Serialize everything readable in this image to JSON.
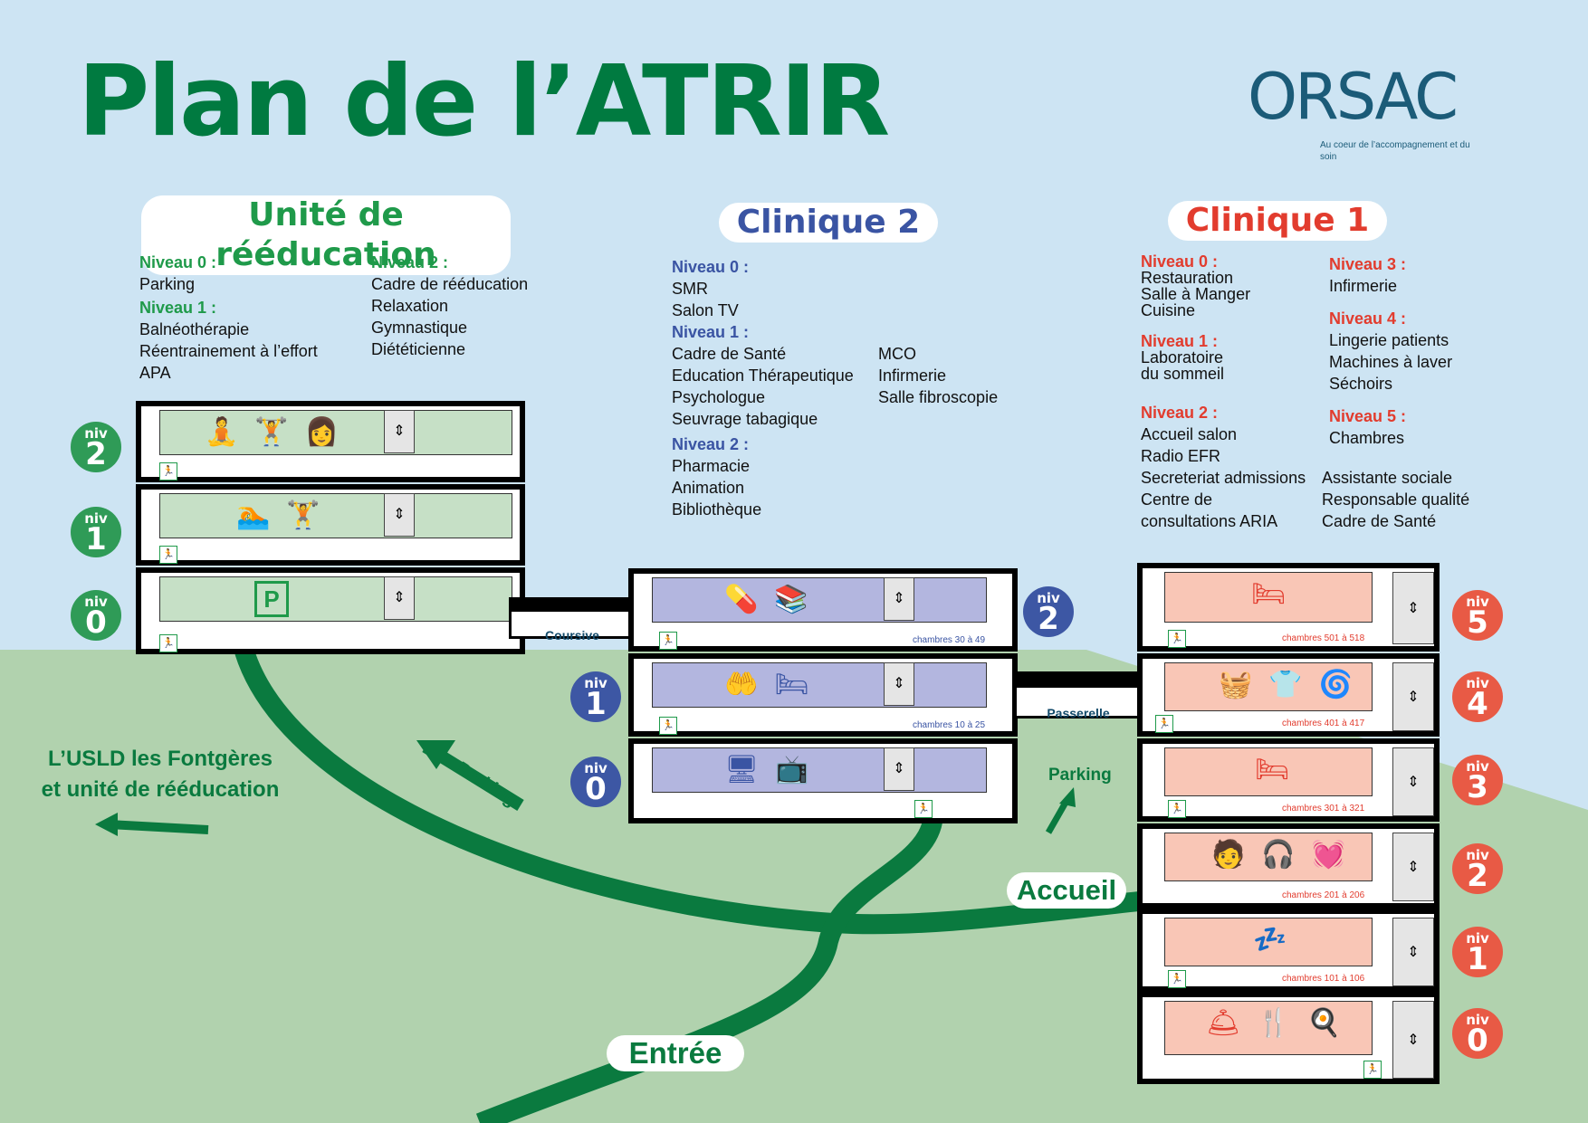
{
  "title": "Plan de l’ATRIR",
  "logo": {
    "name": "ORSAC",
    "tagline": "Au coeur de l’accompagnement et du soin"
  },
  "colors": {
    "sky": "#cde4f3",
    "ground": "#b1d2ae",
    "path": "#0a7a3f",
    "green": "#1f9a4a",
    "blue": "#3a54a3",
    "red": "#e23c2e"
  },
  "buildings": {
    "reeducation": {
      "name": "Unité de  rééducation",
      "levels": [
        {
          "head": "Niveau 0 :",
          "items": [
            "Parking"
          ]
        },
        {
          "head": "Niveau 1 :",
          "items": [
            "Balnéothérapie",
            "Réentrainement à l’effort",
            "APA"
          ]
        },
        {
          "head": "Niveau 2 :",
          "items": [
            "Cadre de rééducation",
            "Relaxation",
            "Gymnastique",
            "Diététicienne"
          ]
        }
      ],
      "floors": [
        {
          "badge_top": "niv",
          "badge_num": "2",
          "icons": [
            "meditation-icon",
            "weightlifting-icon",
            "dietitian-icon"
          ],
          "glyphs": [
            "🧘",
            "🏋",
            "👩"
          ]
        },
        {
          "badge_top": "niv",
          "badge_num": "1",
          "icons": [
            "pool-icon",
            "dumbbell-icon"
          ],
          "glyphs": [
            "🏊",
            "🏋"
          ]
        },
        {
          "badge_top": "niv",
          "badge_num": "0",
          "icons": [
            "parking-icon"
          ],
          "glyphs": [
            "P"
          ]
        }
      ]
    },
    "clinique2": {
      "name": "Clinique 2",
      "levels": [
        {
          "head": "Niveau 0 :",
          "items": [
            "SMR",
            "Salon TV"
          ]
        },
        {
          "head": "Niveau 1 :",
          "items": [
            "Cadre de Santé",
            "Education Thérapeutique",
            "Psychologue",
            "Seuvrage tabagique"
          ],
          "items_b": [
            "MCO",
            "Infirmerie",
            "Salle fibroscopie"
          ]
        },
        {
          "head": "Niveau 2 :",
          "items": [
            "Pharmacie",
            "Animation",
            "Bibliothèque"
          ]
        }
      ],
      "floors": [
        {
          "badge_top": "niv",
          "badge_num": "2",
          "icons": [
            "pharmacy-icon",
            "books-icon"
          ],
          "glyphs": [
            "💊",
            "📚"
          ],
          "rooms": "chambres 30 à 49"
        },
        {
          "badge_top": "niv",
          "badge_num": "1",
          "icons": [
            "care-hand-icon",
            "hospital-bed-icon"
          ],
          "glyphs": [
            "🤲",
            "🛏"
          ],
          "rooms": "chambres 10 à 25"
        },
        {
          "badge_top": "niv",
          "badge_num": "0",
          "icons": [
            "medical-device-icon",
            "tv-lounge-icon"
          ],
          "glyphs": [
            "🖥",
            "📺"
          ]
        }
      ]
    },
    "clinique1": {
      "name": "Clinique 1",
      "levels": [
        {
          "head": "Niveau 0 :",
          "items": [
            "Restauration",
            "Salle à Manger",
            "Cuisine"
          ]
        },
        {
          "head": "Niveau 1 :",
          "items": [
            "Laboratoire",
            "du sommeil"
          ]
        },
        {
          "head": "Niveau 2 :",
          "items": [
            "Accueil salon",
            "Radio EFR",
            "Secreteriat admissions",
            "Centre de",
            "consultations ARIA"
          ],
          "items_b": [
            "Assistante sociale",
            "Responsable qualité",
            "Cadre de Santé"
          ]
        },
        {
          "head": "Niveau 3 :",
          "items": [
            "Infirmerie"
          ]
        },
        {
          "head": "Niveau 4 :",
          "items": [
            "Lingerie patients",
            "Machines à laver",
            "Séchoirs"
          ]
        },
        {
          "head": "Niveau 5 :",
          "items": [
            "Chambres"
          ]
        }
      ],
      "floors": [
        {
          "badge_top": "niv",
          "badge_num": "5",
          "icons": [
            "bed-icon"
          ],
          "glyphs": [
            "🛏"
          ],
          "rooms": "chambres 501 à 518"
        },
        {
          "badge_top": "niv",
          "badge_num": "4",
          "icons": [
            "washing-machine-icon",
            "shirt-icon",
            "dryer-icon"
          ],
          "glyphs": [
            "🧺",
            "👕",
            "🌀"
          ],
          "rooms": "chambres 401 à 417"
        },
        {
          "badge_top": "niv",
          "badge_num": "3",
          "icons": [
            "hospital-bed-icon"
          ],
          "glyphs": [
            "🛏"
          ],
          "rooms": "chambres 301 à 321"
        },
        {
          "badge_top": "niv",
          "badge_num": "2",
          "icons": [
            "reception-icon",
            "support-agent-icon",
            "heart-monitor-icon"
          ],
          "glyphs": [
            "🧑",
            "🎧",
            "💓"
          ],
          "rooms": "chambres 201 à 206"
        },
        {
          "badge_top": "niv",
          "badge_num": "1",
          "icons": [
            "sleep-flask-icon"
          ],
          "glyphs": [
            "💤"
          ],
          "rooms": "chambres 101 à 106"
        },
        {
          "badge_top": "niv",
          "badge_num": "0",
          "icons": [
            "cloche-icon",
            "cutlery-icon",
            "stove-icon"
          ],
          "glyphs": [
            "🛎",
            "🍴",
            "🍳"
          ]
        }
      ]
    }
  },
  "connectors": {
    "coursive": "Coursive",
    "passerelle": "Passerelle"
  },
  "map_labels": {
    "usld_line1": "L’USLD les Fontgères",
    "usld_line2": "et unité de rééducation",
    "parking_left": "Parking",
    "parking_right": "Parking",
    "accueil": "Accueil",
    "entree": "Entrée"
  },
  "lift_glyph": "⇕",
  "exit_glyph": "🏃"
}
